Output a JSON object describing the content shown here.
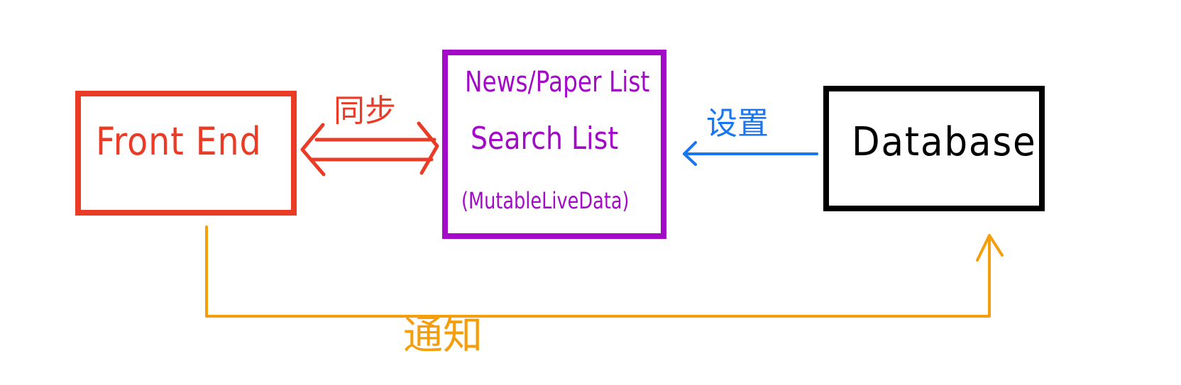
{
  "nodes": {
    "frontend": {
      "label": "Front End",
      "color": "#ea3b26"
    },
    "list": {
      "lines": [
        "News/Paper List",
        "Search List",
        "(MutableLiveData)"
      ],
      "color": "#a20ac8"
    },
    "database": {
      "label": "Database",
      "color": "#000000"
    }
  },
  "edges": {
    "sync": {
      "label": "同步",
      "color": "#ea3b26"
    },
    "set": {
      "label": "设置",
      "color": "#1976f0"
    },
    "notify": {
      "label": "通知",
      "color": "#f59e0b"
    }
  }
}
